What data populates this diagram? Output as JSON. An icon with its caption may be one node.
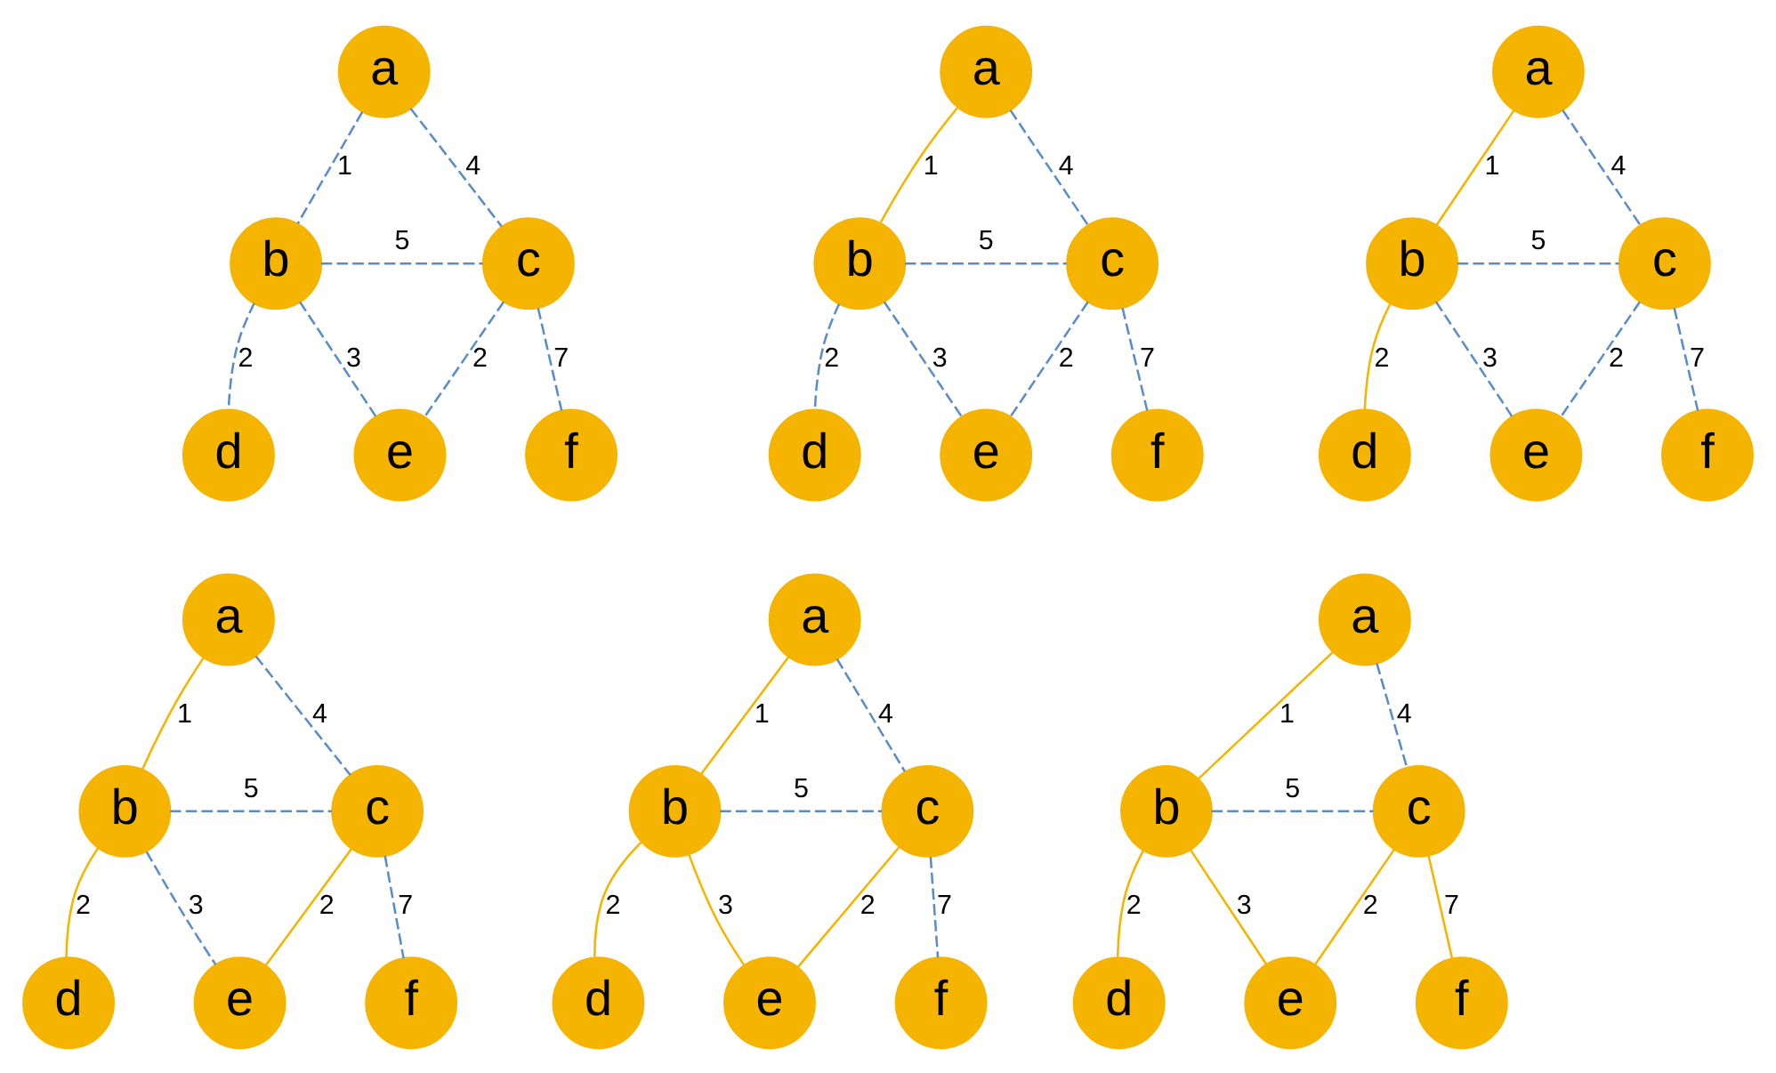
{
  "diagram": {
    "nodes": [
      {
        "text": [
          "a"
        ]
      },
      {
        "text": [
          "b"
        ]
      },
      {
        "text": [
          "c"
        ]
      },
      {
        "text": [
          "d"
        ]
      },
      {
        "text": [
          "e"
        ]
      },
      {
        "text": [
          "f"
        ]
      },
      {
        "text": [
          "a"
        ]
      },
      {
        "text": [
          "b"
        ]
      },
      {
        "text": [
          "c"
        ]
      },
      {
        "text": [
          "d"
        ]
      },
      {
        "text": [
          "e"
        ]
      },
      {
        "text": [
          "f"
        ]
      },
      {
        "text": [
          "a"
        ]
      },
      {
        "text": [
          "b"
        ]
      },
      {
        "text": [
          "c"
        ]
      },
      {
        "text": [
          "d"
        ]
      },
      {
        "text": [
          "e"
        ]
      },
      {
        "text": [
          "f"
        ]
      },
      {
        "text": [
          "a"
        ]
      },
      {
        "text": [
          "b"
        ]
      },
      {
        "text": [
          "c"
        ]
      },
      {
        "text": [
          "d"
        ]
      },
      {
        "text": [
          "e"
        ]
      },
      {
        "text": [
          "f"
        ]
      },
      {
        "text": [
          "a"
        ]
      },
      {
        "text": [
          "b"
        ]
      },
      {
        "text": [
          "c"
        ]
      },
      {
        "text": [
          "d"
        ]
      },
      {
        "text": [
          "e"
        ]
      },
      {
        "text": [
          "f"
        ]
      },
      {
        "text": [
          "a"
        ]
      },
      {
        "text": [
          "b"
        ]
      },
      {
        "text": [
          "c"
        ]
      },
      {
        "text": [
          "d"
        ]
      },
      {
        "text": [
          "e"
        ]
      },
      {
        "text": [
          "f"
        ]
      }
    ],
    "edges": [
      {
        "from": 0,
        "to": 1,
        "arrow": "none",
        "label": "1",
        "style": "dashed",
        "color": "#5b8cc8"
      },
      {
        "from": 0,
        "to": 2,
        "arrow": "none",
        "label": "4",
        "style": "dashed",
        "color": "#5b8cc8"
      },
      {
        "from": 1,
        "to": 2,
        "arrow": "none",
        "label": "5",
        "style": "dashed",
        "color": "#5b8cc8"
      },
      {
        "from": 1,
        "to": 3,
        "arrow": "none",
        "label": "2",
        "style": "dashed",
        "color": "#5b8cc8"
      },
      {
        "from": 1,
        "to": 4,
        "arrow": "none",
        "label": "3",
        "style": "dashed",
        "color": "#5b8cc8"
      },
      {
        "from": 2,
        "to": 4,
        "arrow": "none",
        "label": "2",
        "style": "dashed",
        "color": "#5b8cc8"
      },
      {
        "from": 2,
        "to": 5,
        "arrow": "none",
        "label": "7",
        "style": "dashed",
        "color": "#5b8cc8"
      },
      {
        "from": 6,
        "to": 7,
        "arrow": "none",
        "label": "1",
        "color": "#f5b400"
      },
      {
        "from": 6,
        "to": 8,
        "arrow": "none",
        "label": "4",
        "style": "dashed",
        "color": "#5b8cc8"
      },
      {
        "from": 7,
        "to": 8,
        "arrow": "none",
        "label": "5",
        "style": "dashed",
        "color": "#5b8cc8"
      },
      {
        "from": 7,
        "to": 9,
        "arrow": "none",
        "label": "2",
        "style": "dashed",
        "color": "#5b8cc8"
      },
      {
        "from": 7,
        "to": 10,
        "arrow": "none",
        "label": "3",
        "style": "dashed",
        "color": "#5b8cc8"
      },
      {
        "from": 8,
        "to": 10,
        "arrow": "none",
        "label": "2",
        "style": "dashed",
        "color": "#5b8cc8"
      },
      {
        "from": 8,
        "to": 11,
        "arrow": "none",
        "label": "7",
        "style": "dashed",
        "color": "#5b8cc8"
      },
      {
        "from": 12,
        "to": 13,
        "arrow": "none",
        "label": "1",
        "color": "#f5b400"
      },
      {
        "from": 12,
        "to": 14,
        "arrow": "none",
        "label": "4",
        "style": "dashed",
        "color": "#5b8cc8"
      },
      {
        "from": 13,
        "to": 14,
        "arrow": "none",
        "label": "5",
        "style": "dashed",
        "color": "#5b8cc8"
      },
      {
        "from": 13,
        "to": 15,
        "arrow": "none",
        "label": "2",
        "color": "#f5b400"
      },
      {
        "from": 13,
        "to": 16,
        "arrow": "none",
        "label": "3",
        "style": "dashed",
        "color": "#5b8cc8"
      },
      {
        "from": 14,
        "to": 16,
        "arrow": "none",
        "label": "2",
        "style": "dashed",
        "color": "#5b8cc8"
      },
      {
        "from": 14,
        "to": 17,
        "arrow": "none",
        "label": "7",
        "style": "dashed",
        "color": "#5b8cc8"
      },
      {
        "from": 18,
        "to": 19,
        "arrow": "none",
        "label": "1",
        "color": "#f5b400"
      },
      {
        "from": 18,
        "to": 20,
        "arrow": "none",
        "label": "4",
        "style": "dashed",
        "color": "#5b8cc8"
      },
      {
        "from": 19,
        "to": 20,
        "arrow": "none",
        "label": "5",
        "style": "dashed",
        "color": "#5b8cc8"
      },
      {
        "from": 19,
        "to": 21,
        "arrow": "none",
        "label": "2",
        "color": "#f5b400"
      },
      {
        "from": 19,
        "to": 22,
        "arrow": "none",
        "label": "3",
        "style": "dashed",
        "color": "#5b8cc8"
      },
      {
        "from": 20,
        "to": 22,
        "arrow": "none",
        "label": "2",
        "color": "#f5b400"
      },
      {
        "from": 20,
        "to": 23,
        "arrow": "none",
        "label": "7",
        "style": "dashed",
        "color": "#5b8cc8"
      },
      {
        "from": 24,
        "to": 25,
        "arrow": "none",
        "label": "1",
        "color": "#f5b400"
      },
      {
        "from": 24,
        "to": 26,
        "arrow": "none",
        "label": "4",
        "style": "dashed",
        "color": "#5b8cc8"
      },
      {
        "from": 25,
        "to": 26,
        "arrow": "none",
        "label": "5",
        "style": "dashed",
        "color": "#5b8cc8"
      },
      {
        "from": 25,
        "to": 27,
        "arrow": "none",
        "label": "2",
        "color": "#f5b400"
      },
      {
        "from": 25,
        "to": 28,
        "arrow": "none",
        "label": "3",
        "color": "#f5b400"
      },
      {
        "from": 26,
        "to": 28,
        "arrow": "none",
        "label": "2",
        "color": "#f5b400"
      },
      {
        "from": 26,
        "to": 29,
        "arrow": "none",
        "label": "7",
        "style": "dashed",
        "color": "#5b8cc8"
      },
      {
        "from": 30,
        "to": 31,
        "arrow": "none",
        "label": "1",
        "color": "#f5b400"
      },
      {
        "from": 30,
        "to": 32,
        "arrow": "none",
        "label": "4",
        "style": "dashed",
        "color": "#5b8cc8"
      },
      {
        "from": 31,
        "to": 32,
        "arrow": "none",
        "label": "5",
        "style": "dashed",
        "color": "#5b8cc8"
      },
      {
        "from": 31,
        "to": 33,
        "arrow": "none",
        "label": "2",
        "color": "#f5b400"
      },
      {
        "from": 31,
        "to": 34,
        "arrow": "none",
        "label": "3",
        "color": "#f5b400"
      },
      {
        "from": 32,
        "to": 34,
        "arrow": "none",
        "label": "2",
        "color": "#f5b400"
      },
      {
        "from": 32,
        "to": 35,
        "arrow": "none",
        "label": "7",
        "color": "#f5b400"
      }
    ]
  }
}
